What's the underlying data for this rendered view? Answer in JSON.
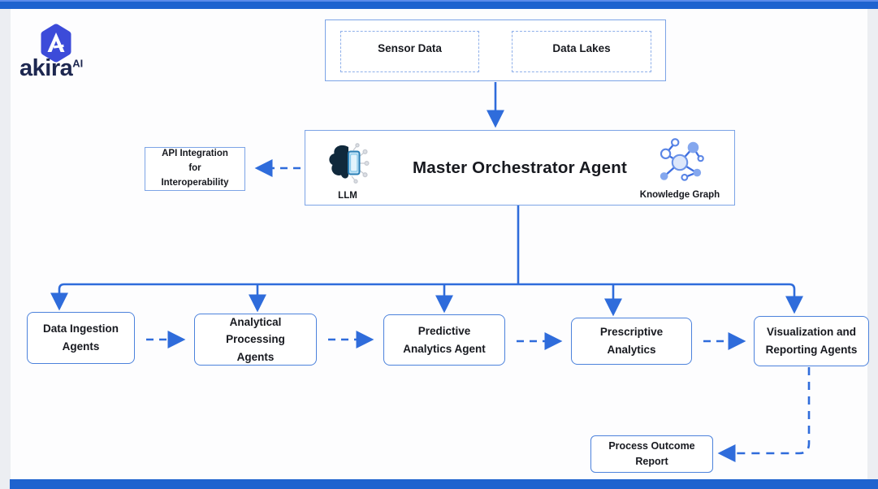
{
  "brand": {
    "name": "akira",
    "superscript": "AI"
  },
  "diagram": {
    "sources": {
      "items": [
        {
          "label": "Sensor Data"
        },
        {
          "label": "Data Lakes"
        }
      ]
    },
    "orchestrator": {
      "title": "Master Orchestrator Agent",
      "llm_label": "LLM",
      "knowledge_graph_label": "Knowledge Graph"
    },
    "api_integration": {
      "label": "API Integration\nfor\nInteroperability"
    },
    "agents": [
      {
        "label": "Data Ingestion\nAgents"
      },
      {
        "label": "Analytical\nProcessing\nAgents"
      },
      {
        "label": "Predictive\nAnalytics Agent"
      },
      {
        "label": "Prescriptive\nAnalytics"
      },
      {
        "label": "Visualization and\nReporting Agents"
      }
    ],
    "report": {
      "label": "Process Outcome\nReport"
    }
  },
  "colors": {
    "bar_blue": "#1e63cf",
    "arrow_blue": "#2f6cdb",
    "agent_border": "#4c82dc",
    "light_border": "#7ca4e6",
    "logo_blue": "#3c4bd9",
    "brand_text": "#1d2750",
    "text_dark": "#17191f",
    "canvas_bg": "#fdfdfe"
  }
}
